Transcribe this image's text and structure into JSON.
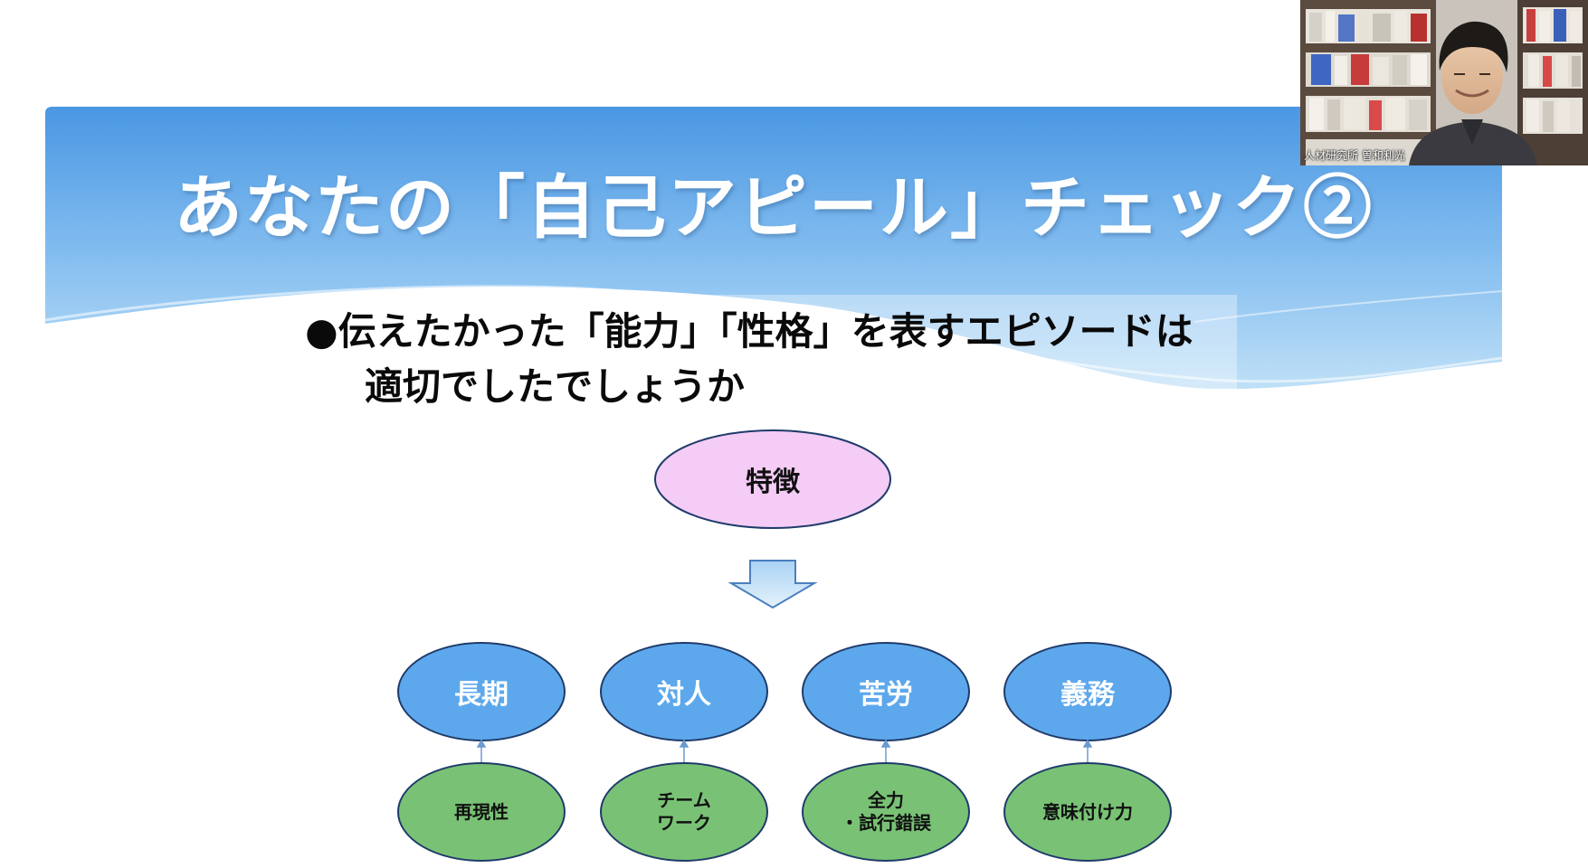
{
  "slide": {
    "title": "あなたの「自己アピール」チェック②",
    "bullet_mark": "●",
    "bullet_line1": "伝えたかった「能力」「性格」を表すエピソードは",
    "bullet_line2": "適切でしたでしょうか"
  },
  "diagram": {
    "top_node": "特徴",
    "middle_nodes": [
      "長期",
      "対人",
      "苦労",
      "義務"
    ],
    "bottom_nodes": [
      "再現性",
      "チーム\nワーク",
      "全力\n・試行錯誤",
      "意味付け力"
    ]
  },
  "webcam": {
    "label": "人材研究所 曽和利光"
  },
  "colors": {
    "banner_top": "#4a97e3",
    "banner_bottom": "#b9dcf6",
    "top_node_fill": "#f4ccf6",
    "middle_node_fill": "#5da8ec",
    "bottom_node_fill": "#79c275",
    "node_stroke": "#1f3b6a",
    "arrow_fill": "#c8e3f7",
    "arrow_stroke": "#4a7fbf"
  }
}
